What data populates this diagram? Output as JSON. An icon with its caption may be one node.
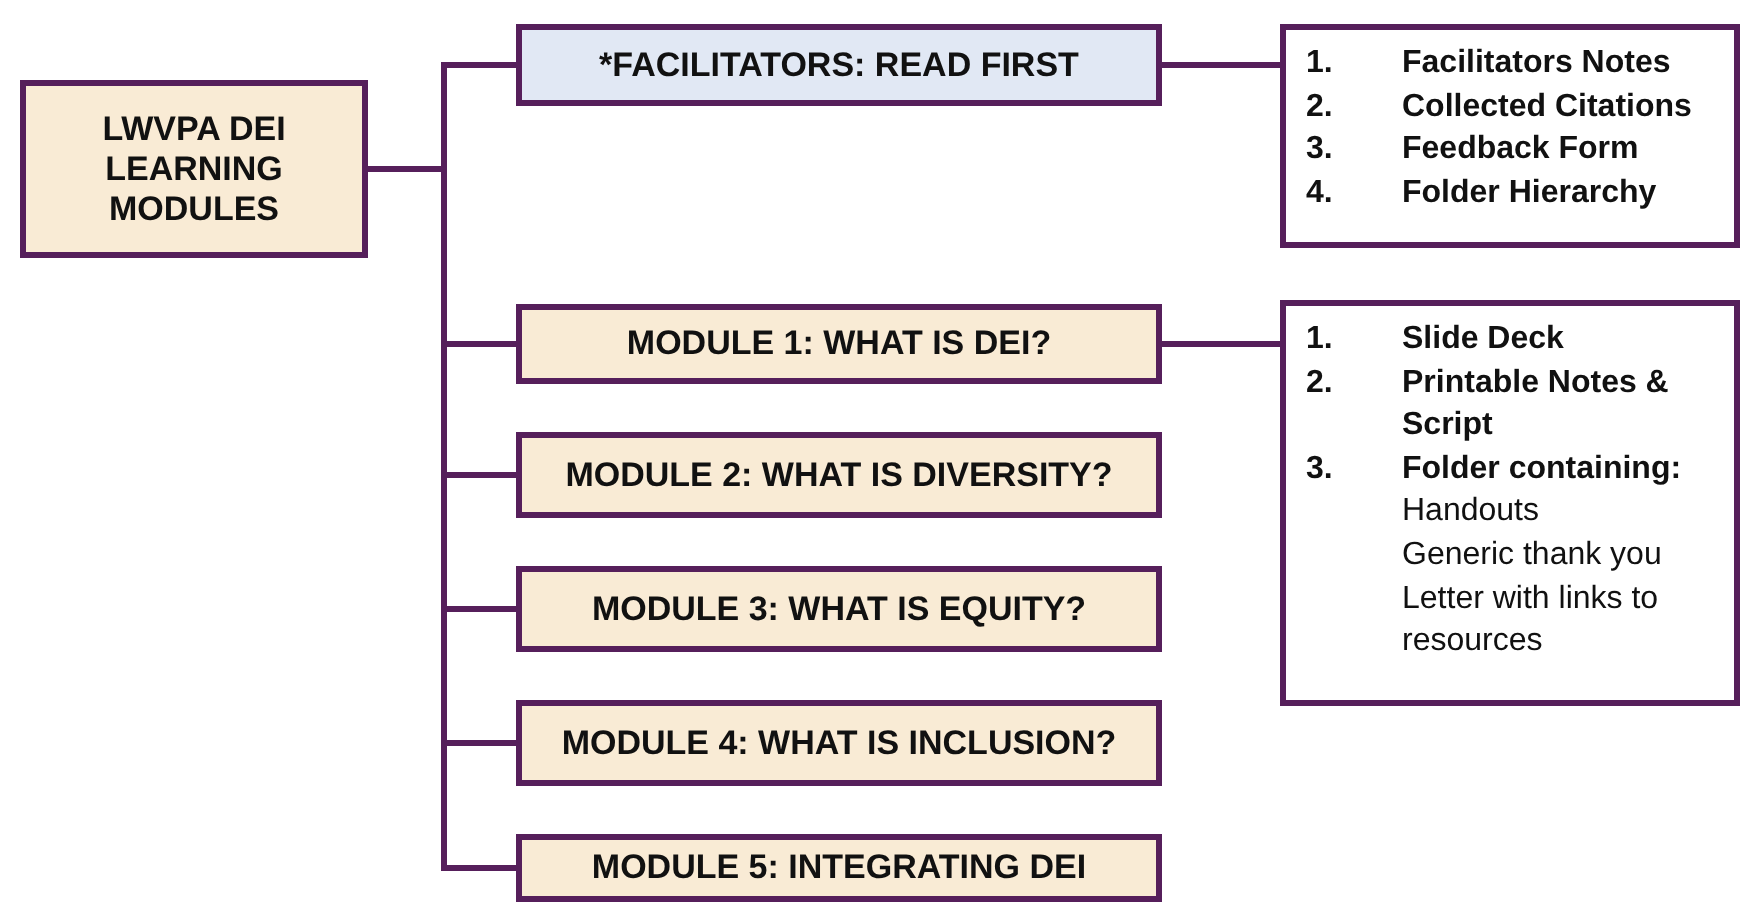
{
  "diagram": {
    "nodes": [
      {
        "text": [
          "LWVPA DEI LEARNING MODULES"
        ]
      },
      {
        "text": [
          "*FACILITATORS: READ FIRST"
        ]
      },
      {
        "text": [
          "1. Facilitators Notes",
          "2. Collected Citations",
          "3. Feedback Form",
          "4. Folder Hierarchy"
        ]
      },
      {
        "text": [
          "MODULE 1: WHAT IS DEI?"
        ]
      },
      {
        "text": [
          "1. Slide Deck",
          "2. Printable Notes & Script",
          "3. Folder containing:",
          "Handouts",
          "Generic thank you Letter with links to resources"
        ]
      },
      {
        "text": [
          "MODULE 2: WHAT IS DIVERSITY?"
        ]
      },
      {
        "text": [
          "MODULE 3: WHAT IS EQUITY?"
        ]
      },
      {
        "text": [
          "MODULE 4: WHAT IS INCLUSION?"
        ]
      },
      {
        "text": [
          "MODULE 5:  INTEGRATING DEI"
        ]
      }
    ],
    "edges": [
      {
        "from": 0,
        "to": 1,
        "arrow": "none"
      },
      {
        "from": 0,
        "to": 3,
        "arrow": "none"
      },
      {
        "from": 0,
        "to": 5,
        "arrow": "none"
      },
      {
        "from": 0,
        "to": 6,
        "arrow": "none"
      },
      {
        "from": 0,
        "to": 7,
        "arrow": "none"
      },
      {
        "from": 0,
        "to": 8,
        "arrow": "none"
      },
      {
        "from": 1,
        "to": 2,
        "arrow": "none"
      },
      {
        "from": 3,
        "to": 4,
        "arrow": "none"
      }
    ]
  }
}
